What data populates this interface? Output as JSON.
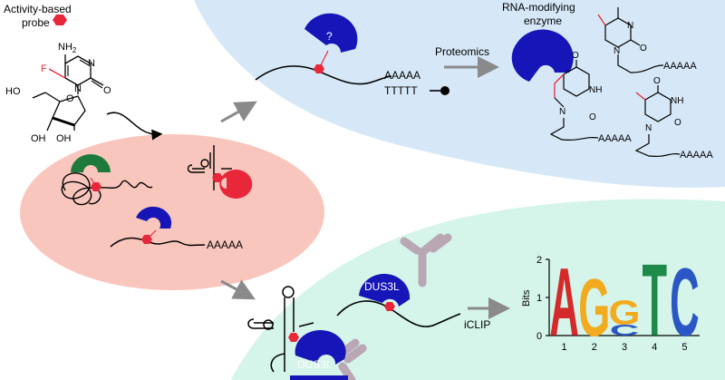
{
  "probe": {
    "title_line1": "Activity-based",
    "title_line2": "probe",
    "nh2": "NH",
    "nh2_sub": "2",
    "fluorine": "F",
    "n1": "N",
    "n3": "N",
    "oxo": "O",
    "ring_o": "O",
    "ho": "HO",
    "oh_left": "OH",
    "oh_right": "OH"
  },
  "top_panel": {
    "question_mark": "?",
    "poly_a": "AAAAA",
    "poly_t": "TTTTT",
    "proteomics_label": "Proteomics",
    "enzyme_label_line1": "RNA-modifying",
    "enzyme_label_line2": "enzyme",
    "nh": "NH",
    "o": "O",
    "n": "N",
    "chain_poly_a": "AAAAA"
  },
  "cell": {
    "poly_a": "AAAAA"
  },
  "bottom_panel": {
    "dus3l_label": "DUS3L",
    "iclip_label": "iCLIP"
  },
  "chart_data": {
    "type": "sequence-logo",
    "ylabel": "Bits",
    "ylim": [
      0,
      2
    ],
    "yticks": [
      "0",
      "1",
      "2"
    ],
    "positions": [
      "1",
      "2",
      "3",
      "4",
      "5"
    ],
    "stacks": [
      [
        {
          "letter": "A",
          "bits": 1.85
        }
      ],
      [
        {
          "letter": "G",
          "bits": 1.55
        }
      ],
      [
        {
          "letter": "C",
          "bits": 0.3
        },
        {
          "letter": "G",
          "bits": 0.65
        }
      ],
      [
        {
          "letter": "T",
          "bits": 1.95
        }
      ],
      [
        {
          "letter": "C",
          "bits": 1.85
        }
      ]
    ],
    "colors": {
      "A": "#d42a2a",
      "G": "#f2aa1f",
      "C": "#2a57c4",
      "T": "#1d8a4a"
    }
  },
  "colors": {
    "top_panel_bg": "#d6e8f7",
    "bottom_panel_bg": "#d5f4ea",
    "cell_bg": "#f9c6bd",
    "probe_red": "#e8283a",
    "enzyme_blue": "#1515b8",
    "green_protein": "#1d7a3c",
    "red_protein": "#e8283a",
    "antibody": "#b9a7b3",
    "arrow_gray": "#8a8a8a",
    "modification_red": "#e8283a"
  }
}
